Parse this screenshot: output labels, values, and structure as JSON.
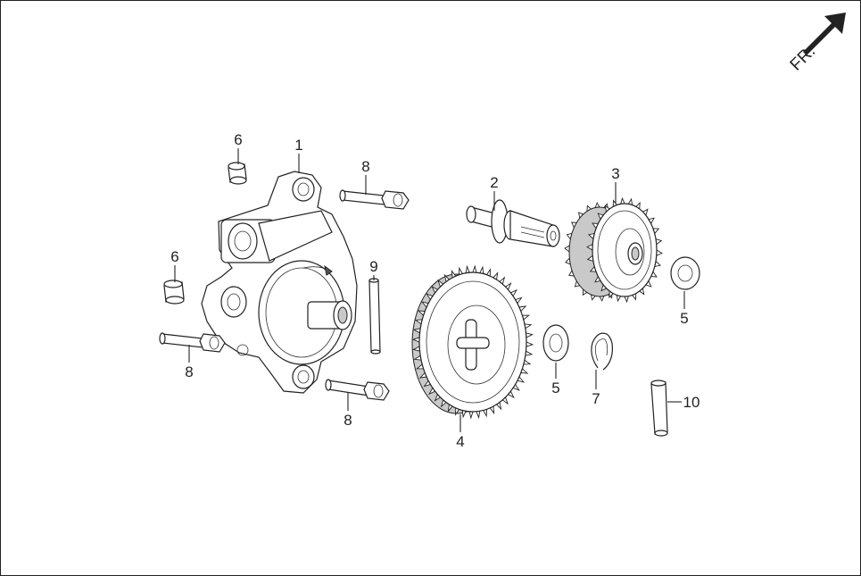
{
  "orientation": {
    "label": "FR."
  },
  "parts": [
    {
      "number": "1"
    },
    {
      "number": "2"
    },
    {
      "number": "3"
    },
    {
      "number": "4"
    },
    {
      "number": "5"
    },
    {
      "number": "5"
    },
    {
      "number": "6"
    },
    {
      "number": "6"
    },
    {
      "number": "7"
    },
    {
      "number": "8"
    },
    {
      "number": "8"
    },
    {
      "number": "8"
    },
    {
      "number": "9"
    },
    {
      "number": "10"
    }
  ]
}
